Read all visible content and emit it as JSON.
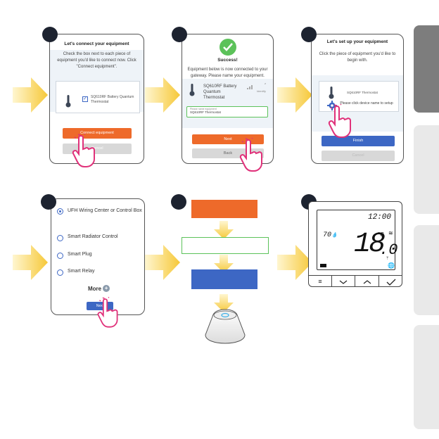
{
  "colors": {
    "accent_orange": "#ee6a2a",
    "accent_blue": "#3d67c4",
    "accent_green": "#5cc25a",
    "side_tab_active": "#7d7d7d",
    "side_tab": "#e9e9e9"
  },
  "step1": {
    "title": "Let's connect your equipment",
    "instructions": "Check the box next to each piece of equipment you'd like to connect now. Click \"Connect equipment\".",
    "device_label": "SQ610RF Battery Quantum Thermostat",
    "connect_button": "Connect equipment",
    "cancel_button": "Cancel"
  },
  "step2": {
    "status": "Success!",
    "message": "Equipment below is now connected to your gateway. Please name your equipment.",
    "device_label": "SQ610RF Battery Quantum Thermostat",
    "status_small": "Identify",
    "name_field_label": "Please name equipment",
    "name_field_value": "SQ610RF Thermostat",
    "next_button": "Next",
    "back_button": "Back"
  },
  "step3": {
    "title": "Let's set up your equipment",
    "instructions": "Click the piece of equipment you'd like to begin with.",
    "device_label": "SQ610RF Thermostat",
    "hint": "Please click device name to setup",
    "finish_button": "Finish",
    "cancel_button": "Cancel"
  },
  "step4": {
    "options": [
      {
        "label": "UFH Wiring Center or Control Box",
        "selected": true
      },
      {
        "label": "Smart Radiator Control",
        "selected": false
      },
      {
        "label": "Smart Plug",
        "selected": false
      },
      {
        "label": "Smart Relay",
        "selected": false
      }
    ],
    "more_label": "More",
    "next_button": "Next"
  },
  "step6": {
    "time": "12:00",
    "humidity": "70",
    "temperature_main": "18",
    "temperature_decimal": ".0",
    "unit": "°C",
    "buttons": [
      "menu-icon",
      "down-chevron-icon",
      "up-chevron-icon",
      "check-icon"
    ]
  }
}
